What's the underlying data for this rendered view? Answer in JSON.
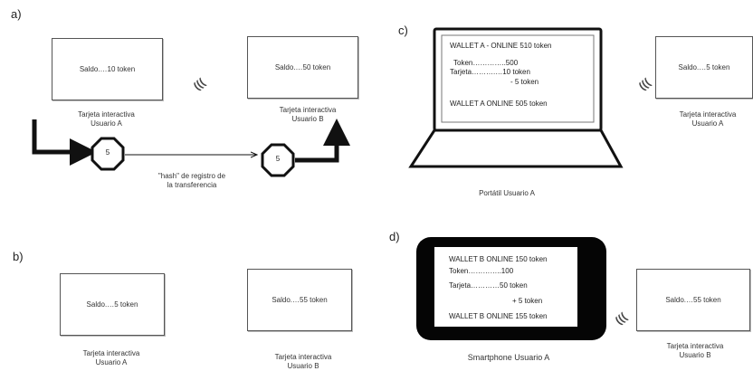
{
  "panels": {
    "a": {
      "label": "a)",
      "card_a_text": "Saldo.…10 token",
      "card_a_caption_1": "Tarjeta interactiva",
      "card_a_caption_2": "Usuario A",
      "card_b_text": "Saldo.…50 token",
      "card_b_caption_1": "Tarjeta interactiva",
      "card_b_caption_2": "Usuario B",
      "node_left": "5",
      "node_right": "5",
      "hash_line_1": "\"hash\" de registro  de",
      "hash_line_2": "la transferencia"
    },
    "b": {
      "label": "b)",
      "card_a_text": "Saldo.…5 token",
      "card_a_caption_1": "Tarjeta interactiva",
      "card_a_caption_2": "Usuario A",
      "card_b_text": "Saldo.…55 token",
      "card_b_caption_1": "Tarjeta interactiva",
      "card_b_caption_2": "Usuario B"
    },
    "c": {
      "label": "c)",
      "screen_line_1": "WALLET A - ONLINE 510 token",
      "screen_line_2": "Token…………..500",
      "screen_line_3": "Tarjeta……….…10 token",
      "screen_line_4": "- 5 token",
      "screen_line_5": "WALLET A ONLINE 505 token",
      "device_caption": "Portátil Usuario A",
      "card_text": "Saldo.…5 token",
      "card_caption_1": "Tarjeta interactiva",
      "card_caption_2": "Usuario A"
    },
    "d": {
      "label": "d)",
      "screen_line_1": "WALLET B ONLINE 150 token",
      "screen_line_2": "Token…………..100",
      "screen_line_3": "Tarjeta…………50 token",
      "screen_line_4": "+ 5 token",
      "screen_line_5": "WALLET B ONLINE 155 token",
      "device_caption": "Smartphone Usuario A",
      "card_text": "Saldo.…55 token",
      "card_caption_1": "Tarjeta interactiva",
      "card_caption_2": "Usuario B"
    }
  },
  "nfc_symbol": "((("
}
